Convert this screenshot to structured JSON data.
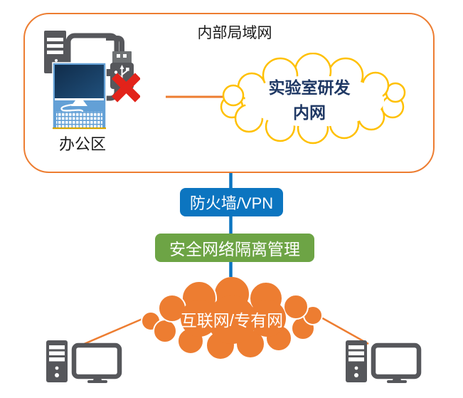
{
  "diagram": {
    "lan": {
      "title": "内部局域网"
    },
    "office": {
      "label": "办公区"
    },
    "lab_cloud": {
      "line1": "实验室研发",
      "line2": "内网"
    },
    "firewall": {
      "label": "防火墙/VPN"
    },
    "isolation": {
      "label": "安全网络隔离管理"
    },
    "internet_cloud": {
      "label": "互联网/专有网"
    }
  },
  "icons": {
    "office": "workstation-with-usb-blocked-icon",
    "client_left": "desktop-pc-icon",
    "client_right": "desktop-pc-icon"
  },
  "colors": {
    "orange": "#ED7D31",
    "yellow": "#FFC000",
    "blue": "#0C75C0",
    "green": "#6DA445",
    "gray": "#56575B",
    "navy": "#1F3864",
    "red": "#E2231A",
    "pc_blue": "#63A0D6",
    "text": "#1A1A1A"
  }
}
